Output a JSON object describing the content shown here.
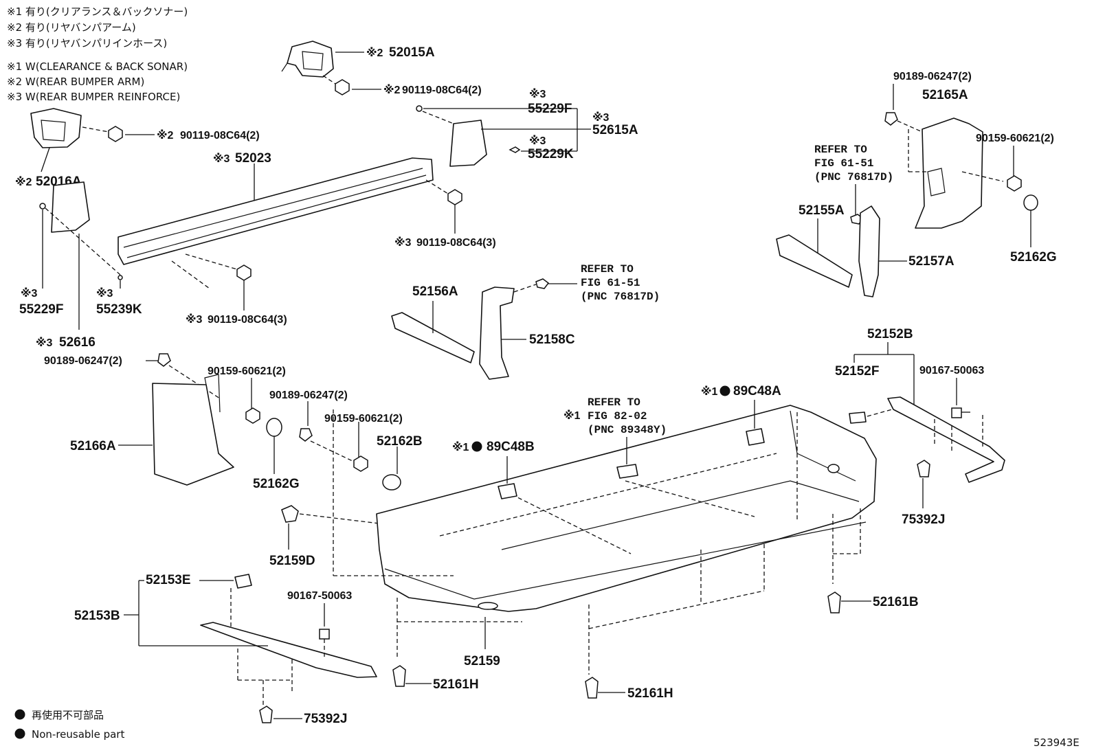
{
  "notes": {
    "jp": [
      "※1 有り(クリアランス＆バックソナー)",
      "※2 有り(リヤバンパアーム)",
      "※3 有り(リヤバンパリインホース)"
    ],
    "en": [
      "※1 W(CLEARANCE & BACK SONAR)",
      "※2 W(REAR BUMPER ARM)",
      "※3 W(REAR BUMPER REINFORCE)"
    ]
  },
  "labels": {
    "p52015A": "52015A",
    "p90119_08C64_2a": "90119-08C64(2)",
    "p90119_08C64_2b": "90119-08C64(2)",
    "p52016A": "52016A",
    "p52023": "52023",
    "p90119_08C64_3a": "90119-08C64(3)",
    "p90119_08C64_3b": "90119-08C64(3)",
    "p55229F_a": "55229F",
    "p52615A": "52615A",
    "p55239K_a": "55229K",
    "p55229F_b": "55229F",
    "p55239K_b": "55239K",
    "p52616": "52616",
    "p90189_06247_a": "90189-06247(2)",
    "p90159_60621_a": "90159-60621(2)",
    "p90189_06247_b": "90189-06247(2)",
    "p90159_60621_b": "90159-60621(2)",
    "p52166A": "52166A",
    "p52162G_a": "52162G",
    "p52162B": "52162B",
    "p52159D": "52159D",
    "p52156A": "52156A",
    "p52158C": "52158C",
    "p90189_06247_c": "90189-06247(2)",
    "p52165A": "52165A",
    "p90159_60621_c": "90159-60621(2)",
    "p52155A": "52155A",
    "p52157A": "52157A",
    "p52162G_b": "52162G",
    "p52152B": "52152B",
    "p52152F": "52152F",
    "p90167_50063_a": "90167-50063",
    "p75392J_a": "75392J",
    "p52161B": "52161B",
    "p89C48A": "89C48A",
    "p89C48B": "89C48B",
    "p52153E": "52153E",
    "p52153B": "52153B",
    "p90167_50063_b": "90167-50063",
    "p52159": "52159",
    "p52161H_a": "52161H",
    "p52161H_b": "52161H",
    "p75392J_b": "75392J"
  },
  "marks": {
    "m1": "※1",
    "m2": "※2",
    "m3": "※3"
  },
  "refs": {
    "r1": [
      "REFER TO",
      "FIG 61-51",
      "(PNC 76817D)"
    ],
    "r2": [
      "REFER TO",
      "FIG 61-51",
      "(PNC 76817D)"
    ],
    "r3": [
      "REFER TO",
      "FIG 82-02",
      "(PNC 89348Y)"
    ]
  },
  "legend": {
    "jp": "再使用不可部品",
    "en": "Non-reusable part"
  },
  "figure_id": "523943E"
}
